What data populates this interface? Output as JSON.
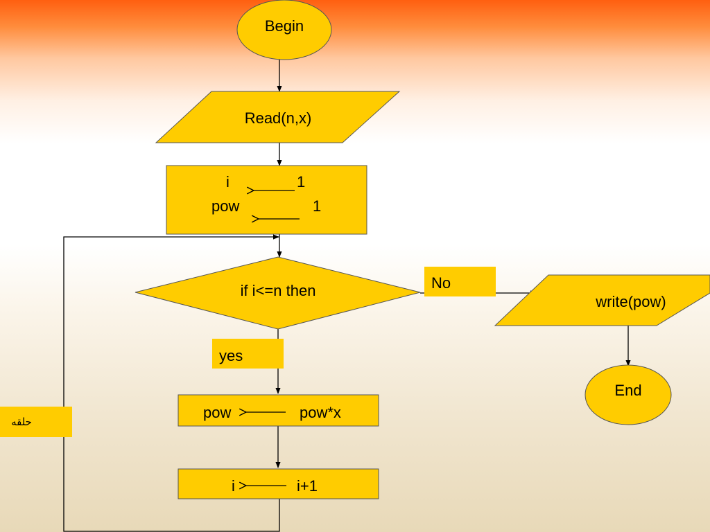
{
  "nodes": {
    "begin": "Begin",
    "read": "Read(n,x)",
    "init_i": "i",
    "init_i_val": "1",
    "init_pow": "pow",
    "init_pow_val": "1",
    "condition": "if  i<=n then",
    "no_label": "No",
    "yes_label": "yes",
    "write": "write(pow)",
    "end": "End",
    "pow_update_lhs": "pow",
    "pow_update_rhs": "pow*x",
    "i_update_lhs": "i",
    "i_update_rhs": "i+1",
    "loop_label": "حلقه"
  },
  "colors": {
    "shape_fill": "#ffcc00",
    "background_top": "#ff5f10",
    "background_bottom": "#e8d9b8"
  }
}
